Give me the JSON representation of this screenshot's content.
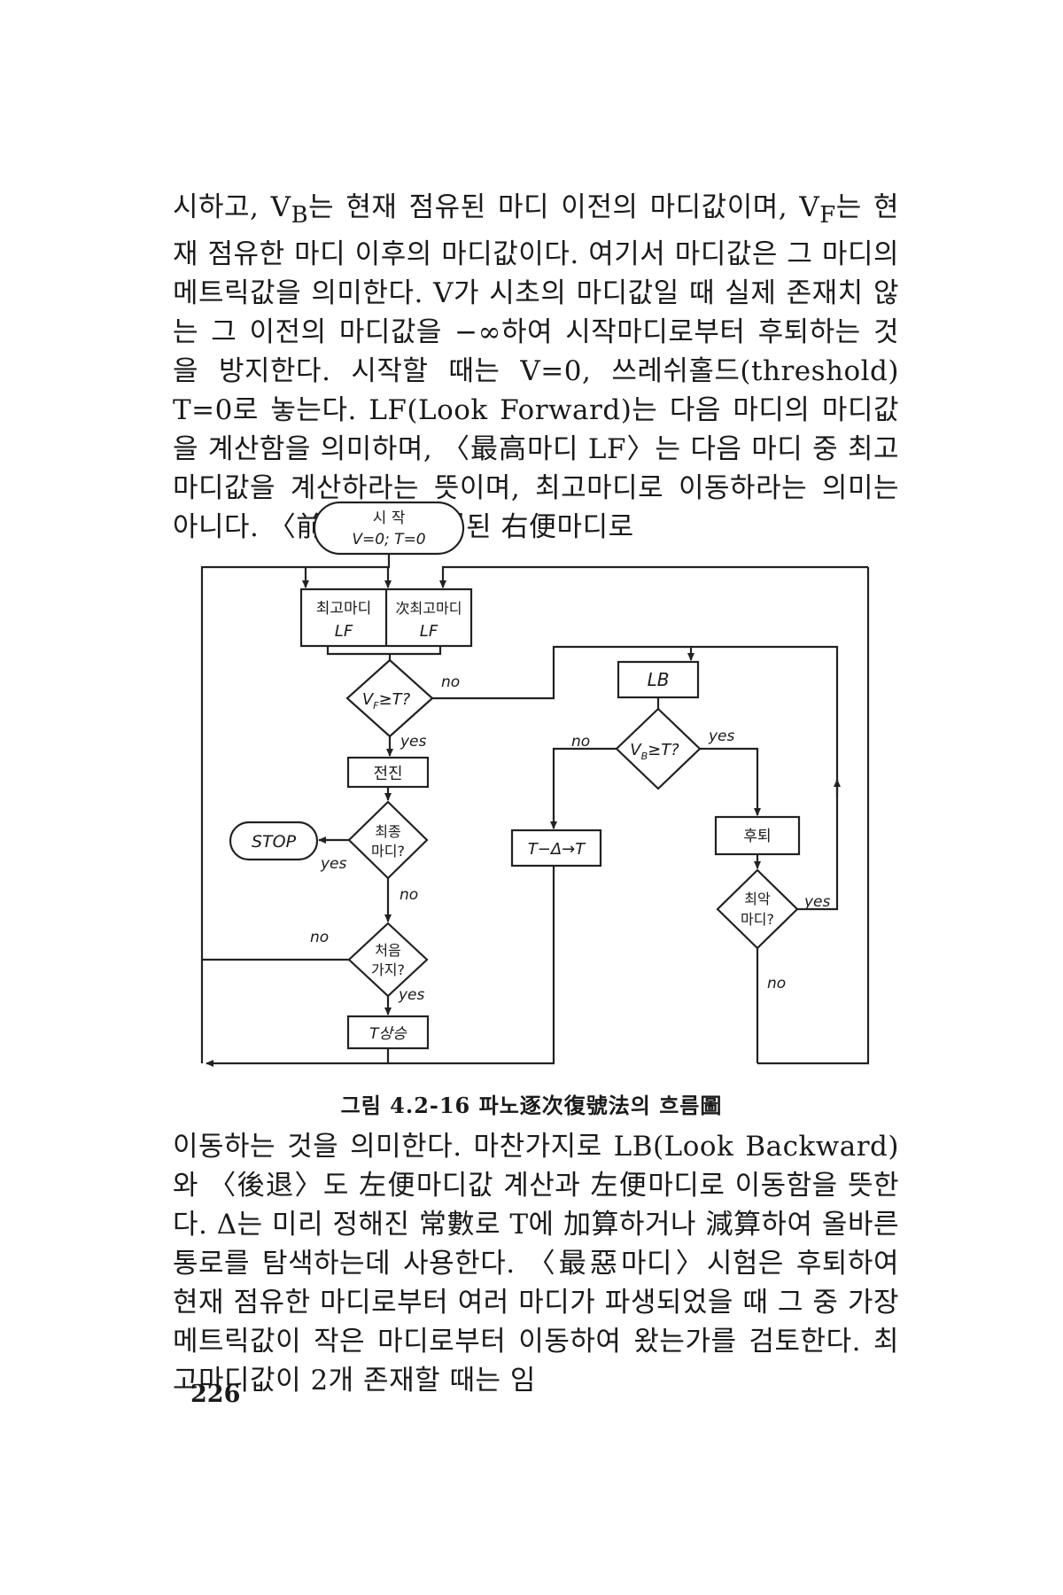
{
  "paragraph_top": [
    "시하고, V",
    "B",
    "는 현재 점유된 마디 이전의 마디값이며, V",
    "F",
    "는 현재 점유한 마디 이후의 마디값이다. 여기서 마디값은 그 마디의 메트릭값을 의미한다. V가 시초의 마디값일 때 실제 존재치 않는 그 이전의 마디값을 −∞하여 시작마디로부터 후퇴하는 것을 방지한다. 시작할 때는 V=0, 쓰레쉬홀드(threshold) T=0로 놓는다. LF(Look Forward)는 다음 마디의 마디값을 계산함을 의미하며, 〈最高마디 LF〉는 다음 마디 중 최고마디값을 계산하라는 뜻이며, 최고마디로 이동하라는 의미는 아니다. 〈前進〉은 지시된 右便마디로"
  ],
  "diagram": {
    "start": [
      "시  작",
      "V=0;  T=0"
    ],
    "lf_left": [
      "최고마디",
      "LF"
    ],
    "lf_right": [
      "次최고마디",
      "LF"
    ],
    "vf_decision": "V",
    "vf_sub": "F",
    "vf_rest": "≥T?",
    "advance": "전진",
    "final_decision": [
      "최종",
      "마디?"
    ],
    "stop": "STOP",
    "first_decision": [
      "처음",
      "가지?"
    ],
    "t_up": "T상승",
    "lb": "LB",
    "vb_decision": "V",
    "vb_sub": "B",
    "vb_rest": "≥T?",
    "t_minus": "T−Δ→T",
    "backtrack": "후퇴",
    "worst_decision": [
      "최악",
      "마디?"
    ],
    "yes": "yes",
    "no": "no"
  },
  "caption": "그림 4.2-16  파노逐次復號法의 흐름圖",
  "paragraph_bottom": "이동하는 것을 의미한다. 마찬가지로 LB(Look Backward)와 〈後退〉도 左便마디값 계산과 左便마디로 이동함을 뜻한다. Δ는 미리 정해진 常數로 T에 加算하거나 減算하여 올바른 통로를 탐색하는데 사용한다. 〈最惡마디〉시험은 후퇴하여 현재 점유한 마디로부터 여러 마디가 파생되었을 때 그 중 가장 메트릭값이 작은 마디로부터 이동하여 왔는가를 검토한다. 최고마디값이 2개 존재할 때는 임",
  "page_number": "226"
}
